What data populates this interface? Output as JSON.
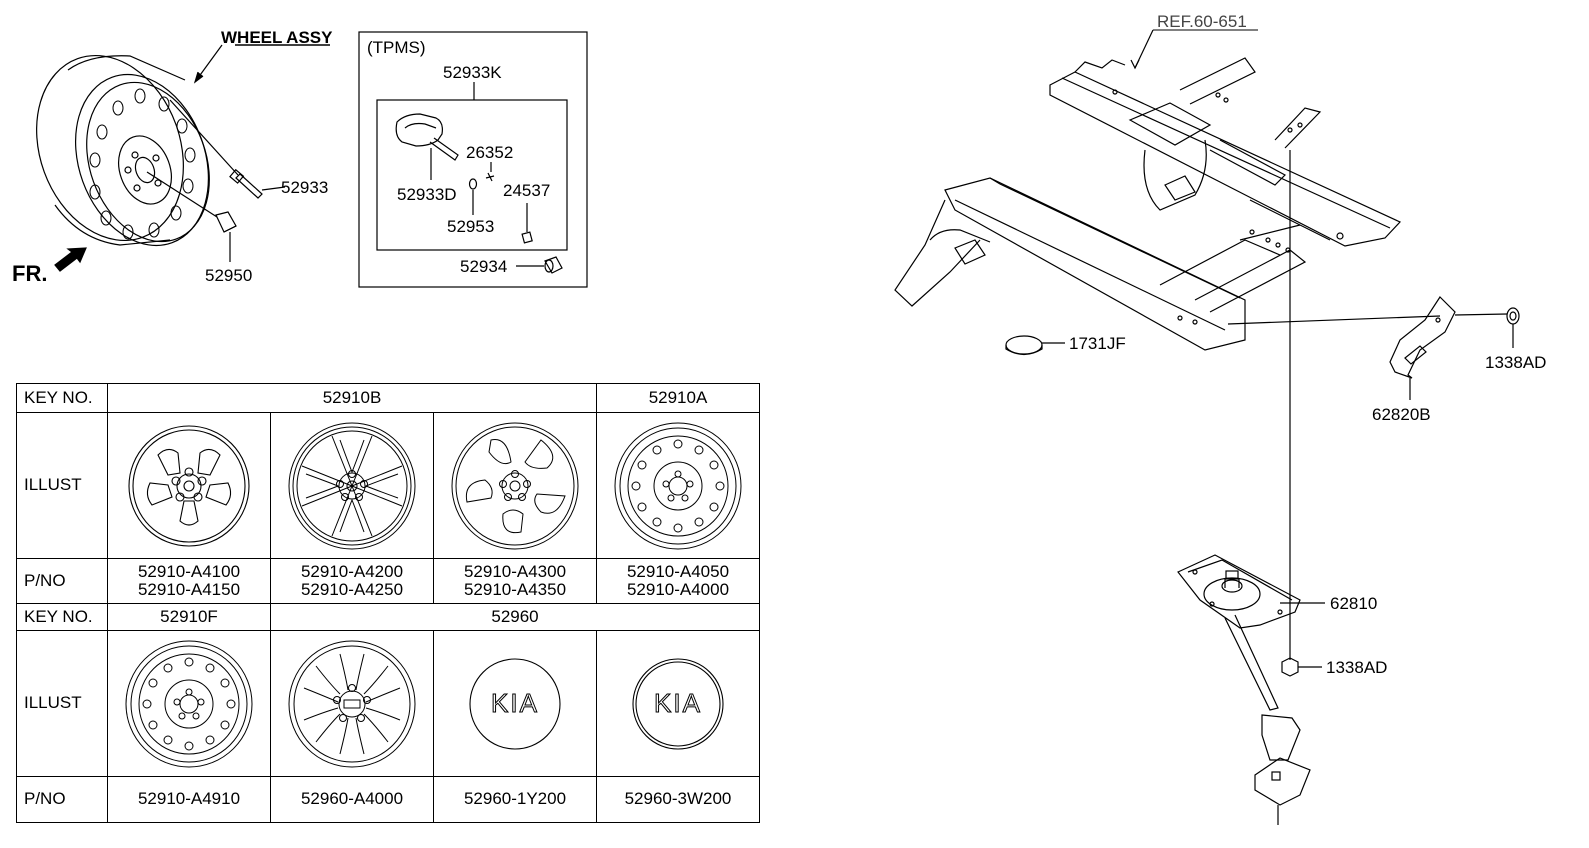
{
  "wheel_assy": {
    "title": "WHEEL ASSY",
    "front": "FR.",
    "parts": {
      "valve": "52933",
      "nut": "52950"
    }
  },
  "tpms": {
    "title": "(TPMS)",
    "kit": "52933K",
    "sensor": "52933D",
    "screw": "26352",
    "washer": "52953",
    "core": "24537",
    "cap": "52934"
  },
  "spare": {
    "ref": "REF.60-651",
    "plug": "1731JF",
    "nut_top": "1338AD",
    "bracket": "62820B",
    "carrier": "62810",
    "nut_bottom": "1338AD"
  },
  "table": {
    "key_label": "KEY NO.",
    "illust_label": "ILLUST",
    "pno_label": "P/NO",
    "row1_keys": [
      "52910B",
      "52910A"
    ],
    "row1_pnos": [
      [
        "52910-A4100",
        "52910-A4150"
      ],
      [
        "52910-A4200",
        "52910-A4250"
      ],
      [
        "52910-A4300",
        "52910-A4350"
      ],
      [
        "52910-A4050",
        "52910-A4000"
      ]
    ],
    "row2_keys": [
      "52910F",
      "52960"
    ],
    "row2_pnos": [
      "52910-A4910",
      "52960-A4000",
      "52960-1Y200",
      "52960-3W200"
    ],
    "emblem_text": "KIA"
  }
}
